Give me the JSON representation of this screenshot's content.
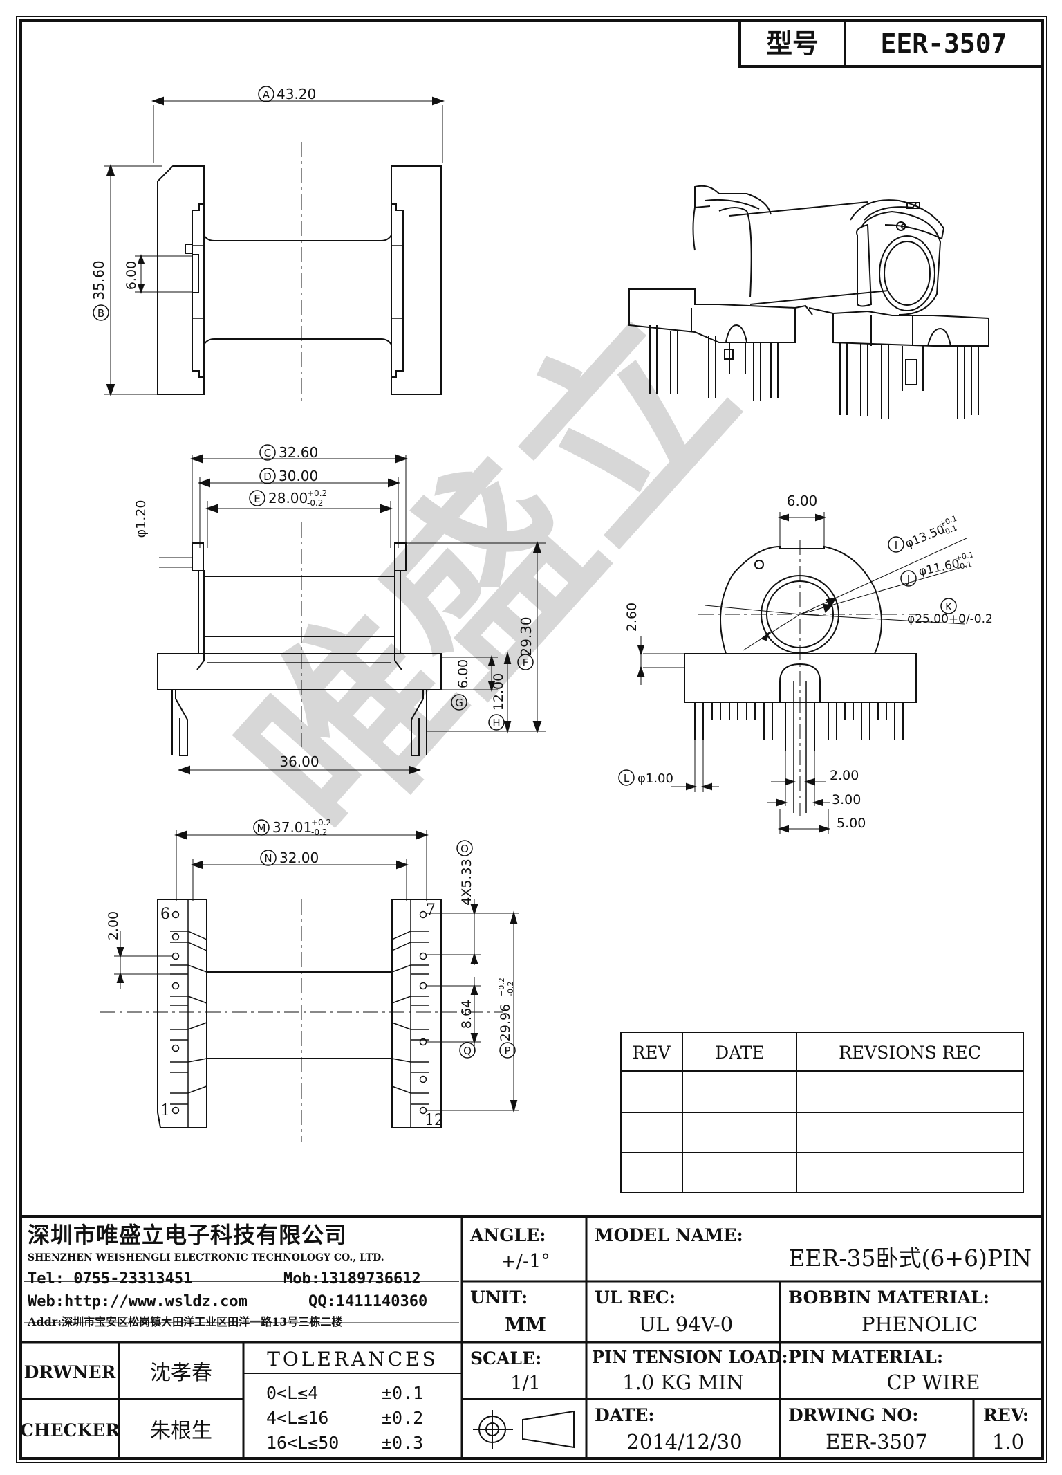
{
  "header": {
    "model_label": "型号",
    "model_value": "EER-3507"
  },
  "watermark": "唯盛立",
  "top_view": {
    "dim_a": "43.20",
    "dim_b": "35.60",
    "dim_slot": "6.00"
  },
  "side_view": {
    "dim_c": "32.60",
    "dim_d": "30.00",
    "dim_e": "28.00",
    "dim_e_tol_plus": "+0.2",
    "dim_e_tol_minus": "-0.2",
    "dim_pin_dia": "φ1.20",
    "dim_f": "29.30",
    "dim_g": "6.00",
    "dim_h": "12.00",
    "dim_base": "36.00"
  },
  "bottom_view": {
    "dim_m": "37.01",
    "dim_m_tol_plus": "+0.2",
    "dim_m_tol_minus": "-0.2",
    "dim_n": "32.00",
    "dim_o": "4X5.33",
    "dim_pitch": "2.00",
    "dim_q": "8.64",
    "dim_p": "29.96",
    "dim_p_tol_plus": "+0.2",
    "dim_p_tol_minus": "-0.2",
    "pin_6": "6",
    "pin_7": "7",
    "pin_1": "1",
    "pin_12": "12"
  },
  "end_view": {
    "dim_top": "6.00",
    "dim_i": "φ13.50",
    "dim_i_tol_plus": "+0.1",
    "dim_i_tol_minus": "-0.1",
    "dim_j": "φ11.60",
    "dim_j_tol_plus": "+0.1",
    "dim_j_tol_minus": "-0.1",
    "dim_k": "φ25.00+0/-0.2",
    "dim_260": "2.60",
    "dim_l": "φ1.00",
    "dim_200": "2.00",
    "dim_300": "3.00",
    "dim_500": "5.00"
  },
  "labels": {
    "A": "A",
    "B": "B",
    "C": "C",
    "D": "D",
    "E": "E",
    "F": "F",
    "G": "G",
    "H": "H",
    "I": "I",
    "J": "J",
    "K": "K",
    "L": "L",
    "M": "M",
    "N": "N",
    "O": "O",
    "P": "P",
    "Q": "Q"
  },
  "revision_table": {
    "headers": [
      "REV",
      "DATE",
      "REVSIONS REC"
    ]
  },
  "title_block": {
    "company_cn": "深圳市唯盛立电子科技有限公司",
    "company_en": "SHENZHEN WEISHENGLI ELECTRONIC TECHNOLOGY CO., LTD.",
    "tel": "Tel: 0755-23313451",
    "mob": "Mob:13189736612",
    "web": "Web:http://www.wsldz.com",
    "qq": "QQ:1411140360",
    "addr": "Addr:深圳市宝安区松岗镇大田洋工业区田洋一路13号三栋二楼",
    "angle_label": "ANGLE:",
    "angle_value": "+/-1°",
    "unit_label": "UNIT:",
    "unit_value": "MM",
    "scale_label": "SCALE:",
    "scale_value": "1/1",
    "model_name_label": "MODEL NAME:",
    "model_name_value": "EER-35卧式(6+6)PIN",
    "ul_label": "UL REC:",
    "ul_value": "UL 94V-0",
    "bobbin_label": "BOBBIN MATERIAL:",
    "bobbin_value": "PHENOLIC",
    "pin_tension_label": "PIN TENSION LOAD:",
    "pin_tension_value": "1.0 KG MIN",
    "pin_material_label": "PIN MATERIAL:",
    "pin_material_value": "CP WIRE",
    "date_label": "DATE:",
    "date_value": "2014/12/30",
    "drawing_no_label": "DRWING NO:",
    "drawing_no_value": "EER-3507",
    "rev_label": "REV:",
    "rev_value": "1.0",
    "drwner_label": "DRWNER",
    "drwner_value": "沈孝春",
    "checker_label": "CHECKER",
    "checker_value": "朱根生",
    "tolerances_title": "TOLERANCES",
    "tol_1_range": "0<L≤4",
    "tol_1_value": "±0.1",
    "tol_2_range": "4<L≤16",
    "tol_2_value": "±0.2",
    "tol_3_range": "16<L≤50",
    "tol_3_value": "±0.3"
  }
}
